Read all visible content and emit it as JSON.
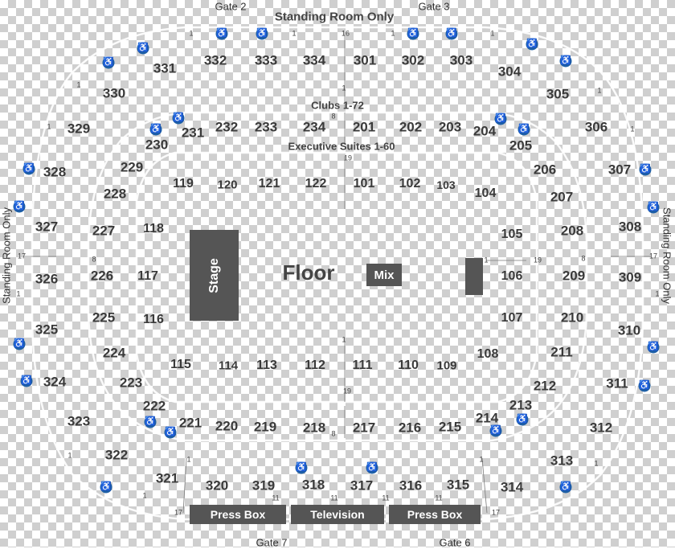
{
  "labels": {
    "standing_top": "Standing Room Only",
    "standing_left": "Standing Room Only",
    "standing_right": "Standing Room Only",
    "gate_2": "Gate 2",
    "gate_3": "Gate 3",
    "gate_6": "Gate 6",
    "gate_7": "Gate 7",
    "clubs": "Clubs 1-72",
    "suites": "Executive Suites 1-60",
    "floor": "Floor",
    "stage": "Stage",
    "mix": "Mix",
    "press_box_left": "Press Box",
    "television": "Television",
    "press_box_right": "Press Box"
  },
  "sections_300": [
    "332",
    "333",
    "334",
    "301",
    "302",
    "303",
    "331",
    "304",
    "330",
    "305",
    "329",
    "306",
    "328",
    "307",
    "327",
    "308",
    "326",
    "309",
    "325",
    "310",
    "324",
    "311",
    "323",
    "312",
    "322",
    "313",
    "321",
    "314",
    "320",
    "319",
    "318",
    "317",
    "316",
    "315"
  ],
  "sections_200": [
    "232",
    "233",
    "234",
    "201",
    "202",
    "203",
    "231",
    "204",
    "230",
    "205",
    "229",
    "206",
    "228",
    "207",
    "227",
    "208",
    "226",
    "209",
    "225",
    "210",
    "224",
    "211",
    "223",
    "212",
    "222",
    "213",
    "221",
    "214",
    "220",
    "219",
    "218",
    "217",
    "216",
    "215"
  ],
  "sections_100": [
    "119",
    "120",
    "121",
    "122",
    "101",
    "102",
    "103",
    "104",
    "118",
    "105",
    "117",
    "106",
    "116",
    "107",
    "115",
    "108",
    "114",
    "113",
    "112",
    "111",
    "110",
    "109"
  ],
  "row_marks": [
    "1",
    "16",
    "19",
    "8",
    "17",
    "11"
  ],
  "icons": {
    "accessible": "wheelchair-icon"
  },
  "colors": {
    "section_text": "#3a3a3a",
    "box_fill": "#555555",
    "accessible": "#1d5fa6"
  }
}
